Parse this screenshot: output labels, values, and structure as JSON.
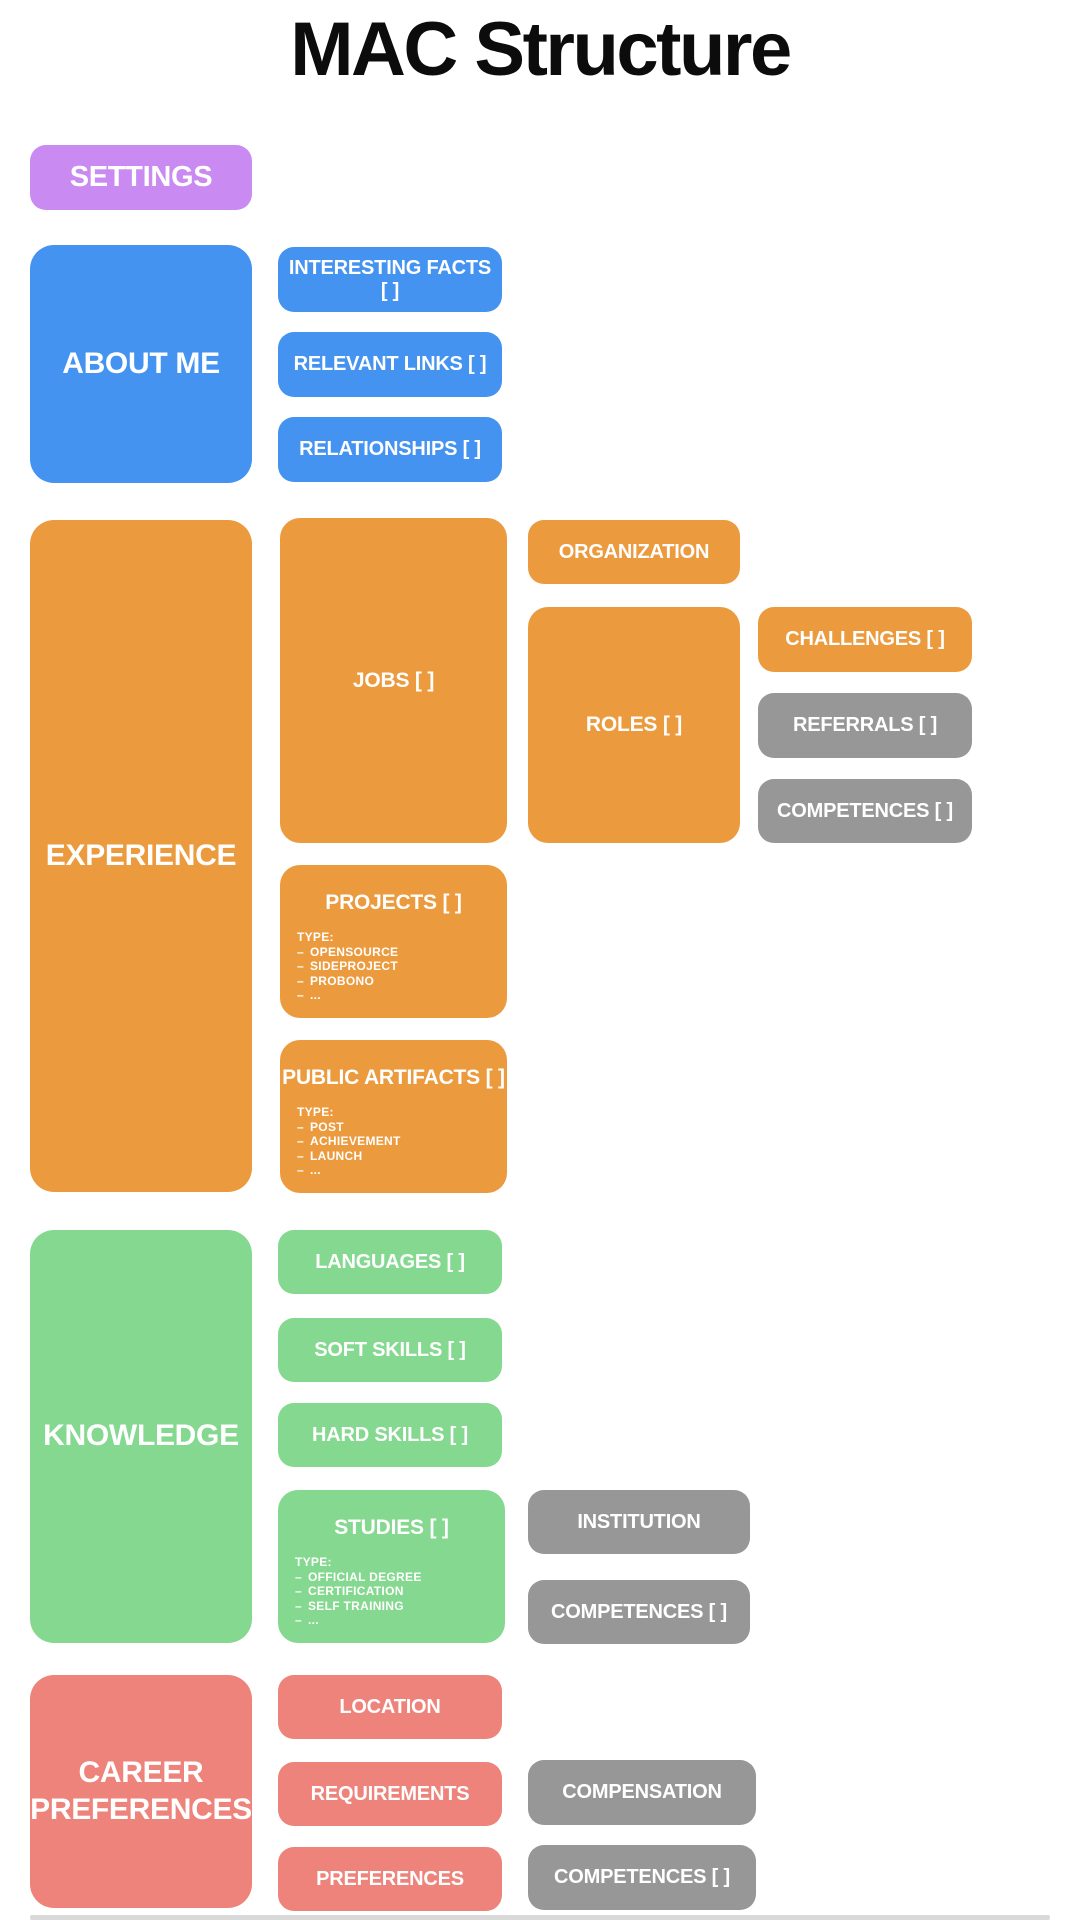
{
  "page": {
    "title": "MAC Structure"
  },
  "ui": {
    "bullet": "–"
  },
  "colors": {
    "purple": "#c98bf2",
    "blue": "#4593f0",
    "orange": "#ec9a3e",
    "gray": "#979797",
    "green": "#85d88f",
    "salmon": "#ee837b"
  },
  "settings": {
    "label": "SETTINGS"
  },
  "about": {
    "label": "ABOUT ME",
    "interesting_facts": "INTERESTING FACTS [ ]",
    "relevant_links": "RELEVANT LINKS [ ]",
    "relationships": "RELATIONSHIPS [ ]"
  },
  "experience": {
    "label": "EXPERIENCE",
    "jobs": "JOBS [ ]",
    "organization": "ORGANIZATION",
    "roles": "ROLES [ ]",
    "challenges": "CHALLENGES [ ]",
    "referrals": "REFERRALS [ ]",
    "competences": "COMPETENCES [ ]",
    "projects": {
      "title": "PROJECTS [ ]",
      "type_label": "TYPE:",
      "types": [
        "OPENSOURCE",
        "SIDEPROJECT",
        "PROBONO",
        "..."
      ]
    },
    "public_artifacts": {
      "title": "PUBLIC ARTIFACTS [ ]",
      "type_label": "TYPE:",
      "types": [
        "POST",
        "ACHIEVEMENT",
        "LAUNCH",
        "..."
      ]
    }
  },
  "knowledge": {
    "label": "KNOWLEDGE",
    "languages": "LANGUAGES [ ]",
    "soft_skills": "SOFT SKILLS [ ]",
    "hard_skills": "HARD SKILLS [ ]",
    "studies": {
      "title": "STUDIES [ ]",
      "type_label": "TYPE:",
      "types": [
        "OFFICIAL DEGREE",
        "CERTIFICATION",
        "SELF TRAINING",
        "..."
      ]
    },
    "institution": "INSTITUTION",
    "competences": "COMPETENCES [ ]"
  },
  "career": {
    "label": "CAREER PREFERENCES",
    "location": "LOCATION",
    "requirements": "REQUIREMENTS",
    "preferences": "PREFERENCES",
    "compensation": "COMPENSATION",
    "competences": "COMPETENCES [ ]"
  }
}
